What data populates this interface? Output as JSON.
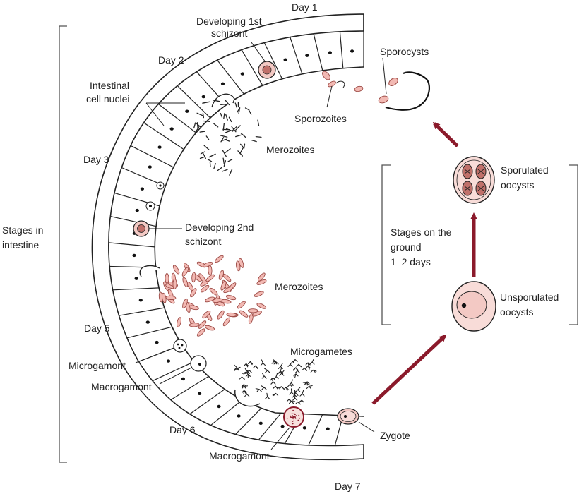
{
  "labels": {
    "day1": "Day 1",
    "day2": "Day 2",
    "day3": "Day 3",
    "day5": "Day 5",
    "day6": "Day 6",
    "day7": "Day 7",
    "developing_1st_schizont_line1": "Developing 1st",
    "developing_1st_schizont_line2": "schizont",
    "intestinal_cell_nuclei_line1": "Intestinal",
    "intestinal_cell_nuclei_line2": "cell nuclei",
    "sporocysts": "Sporocysts",
    "sporozoites": "Sporozoites",
    "merozoites_1": "Merozoites",
    "developing_2nd_schizont_line1": "Developing 2nd",
    "developing_2nd_schizont_line2": "schizont",
    "merozoites_2": "Merozoites",
    "stages_in_intestine_line1": "Stages in",
    "stages_in_intestine_line2": "intestine",
    "stages_on_ground_line1": "Stages on the",
    "stages_on_ground_line2": "ground",
    "stages_on_ground_line3": "1–2 days",
    "sporulated_oocysts_line1": "Sporulated",
    "sporulated_oocysts_line2": "oocysts",
    "unsporulated_oocysts_line1": "Unsporulated",
    "unsporulated_oocysts_line2": "oocysts",
    "microgametes": "Microgametes",
    "microgamont": "Microgamont",
    "macrogamont_left": "Macrogamont",
    "macrogamont_bottom": "Macrogamont",
    "zygote": "Zygote"
  },
  "colors": {
    "line": "#222222",
    "arrow": "#8b1a2b",
    "cell_pink": "#f3c9c4",
    "cell_pink_dark": "#c0706a",
    "parasite_fill": "#f2b9b3",
    "parasite_stroke": "#9c4a45",
    "nucleus": "#111111"
  }
}
